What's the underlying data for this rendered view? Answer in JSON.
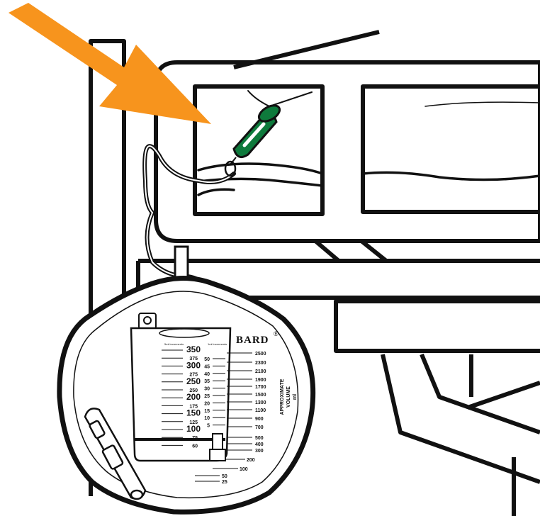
{
  "brand": {
    "name": "BARD",
    "mark": "®"
  },
  "colors": {
    "arrow": "#f7941d",
    "hook": "#0e7a3c",
    "outline": "#111111"
  },
  "bag": {
    "vertical_label": [
      "APPROXIMATE",
      "VOLUME",
      "ml"
    ],
    "urimeter_header_left": "5ml increments",
    "urimeter_header_right": "1ml increments",
    "urimeter_ml": [
      "350",
      "375",
      "300",
      "275",
      "250",
      "250",
      "200",
      "175",
      "150",
      "125",
      "100",
      "75",
      "60"
    ],
    "urimeter_small": [
      "50",
      "45",
      "40",
      "35",
      "30",
      "25",
      "20",
      "15",
      "10",
      "5"
    ],
    "bag_volume": [
      "2500",
      "2300",
      "2100",
      "1900",
      "1700",
      "1500",
      "1300",
      "1100",
      "900",
      "700",
      "500",
      "400",
      "300",
      "200",
      "100",
      "50",
      "25"
    ]
  }
}
